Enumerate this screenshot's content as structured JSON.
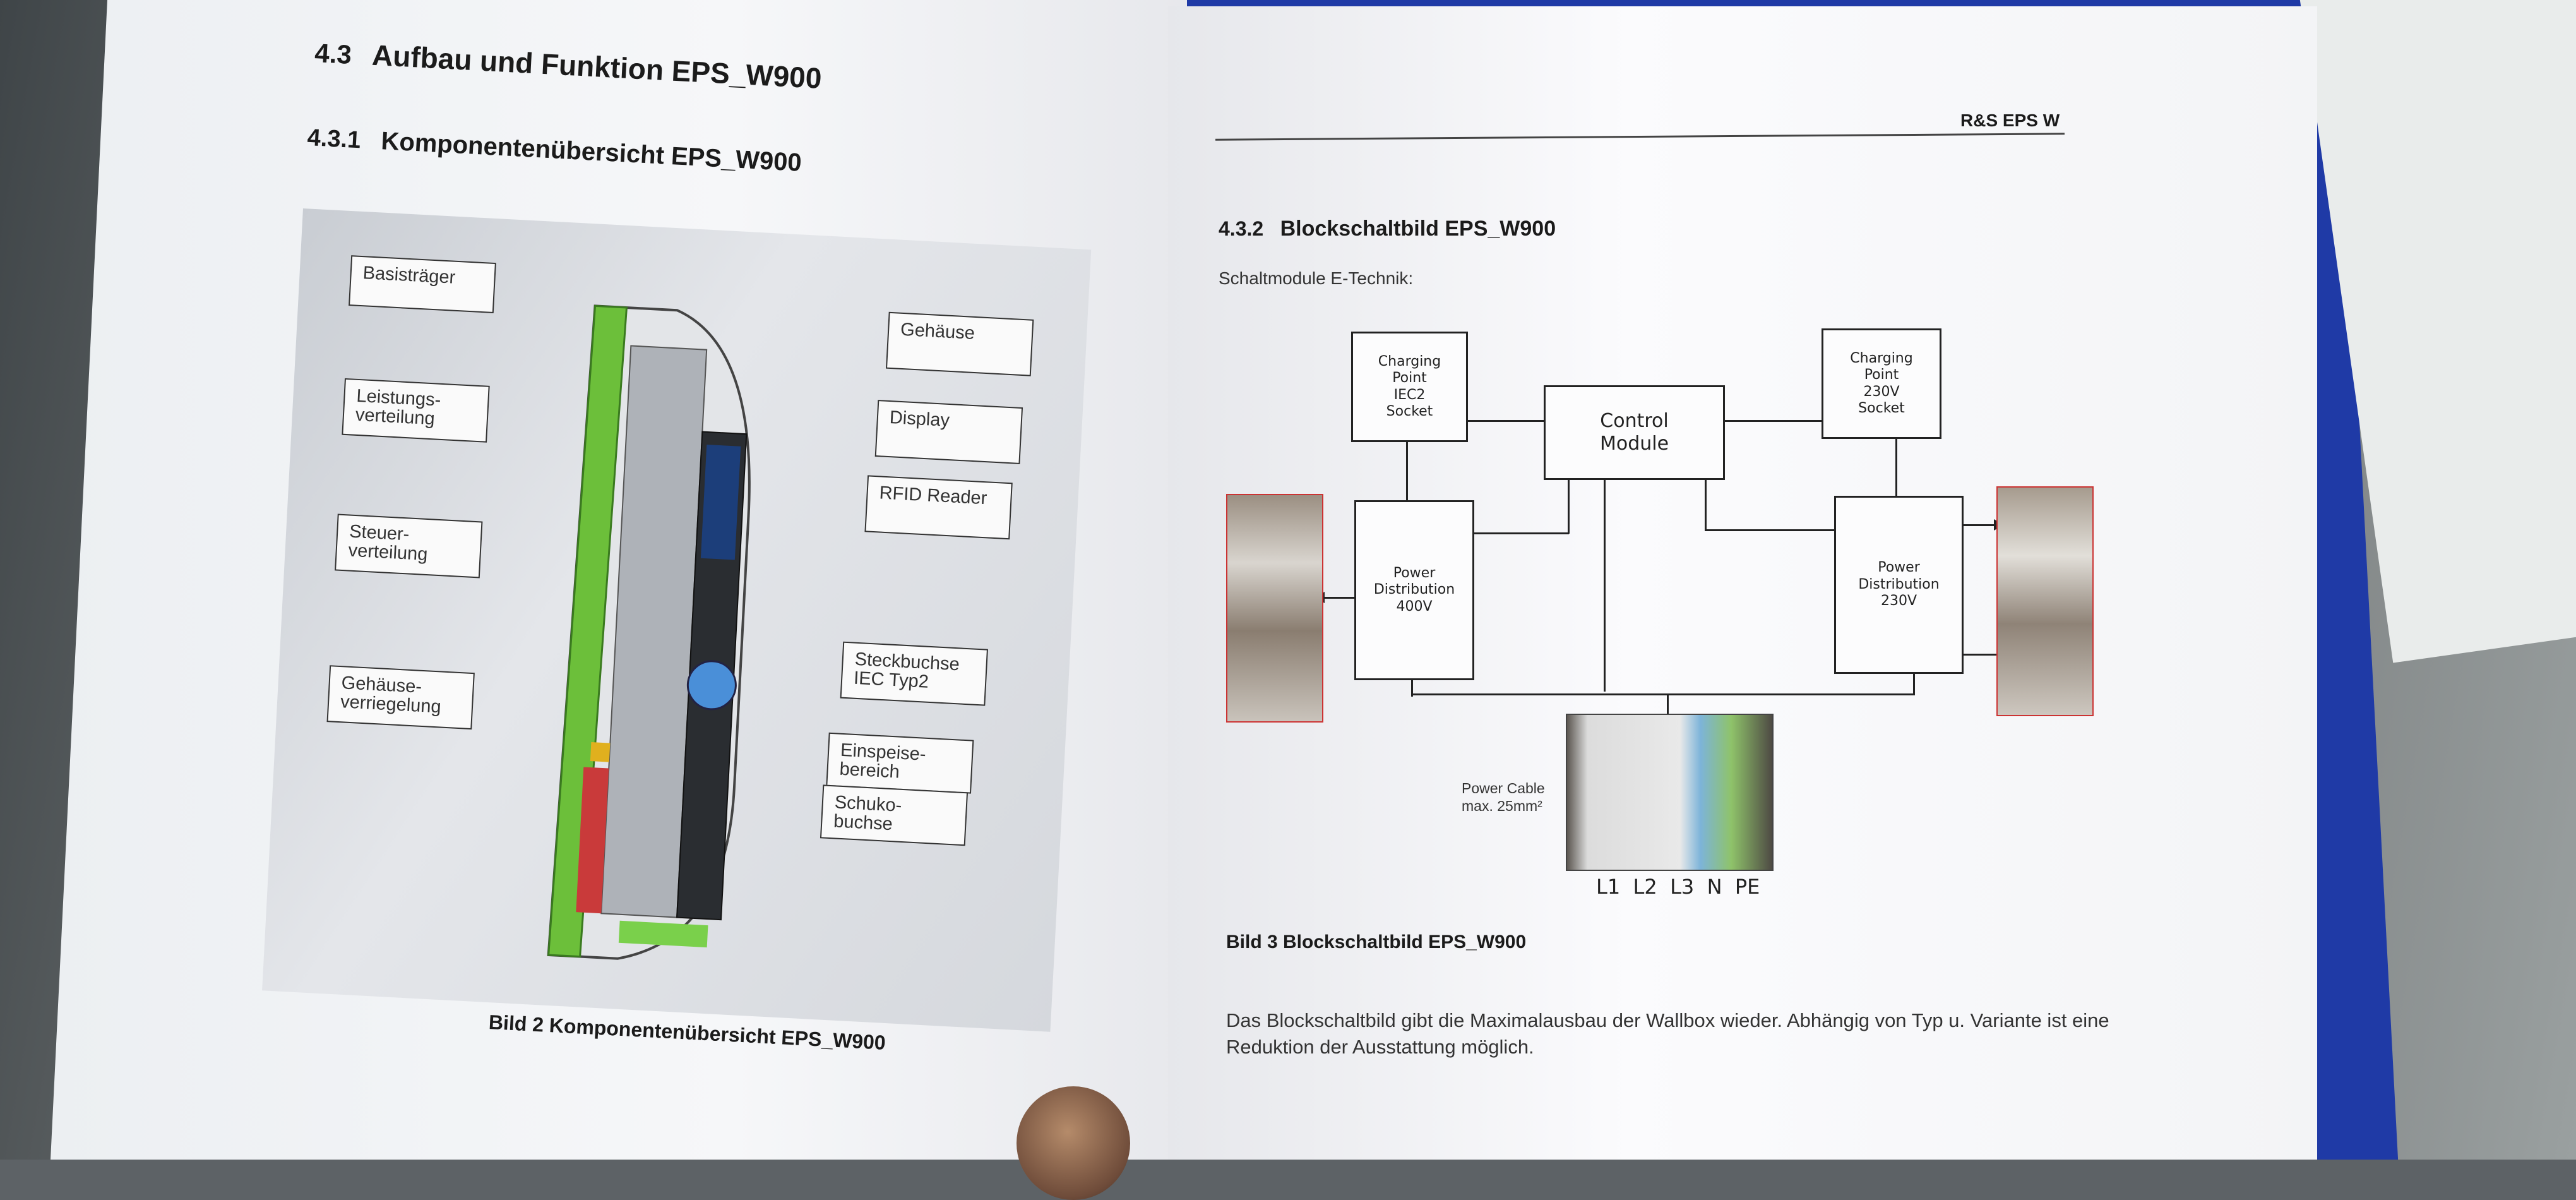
{
  "left_page": {
    "section_number": "4.3",
    "section_title": "Aufbau und Funktion EPS_W900",
    "subsection_number": "4.3.1",
    "subsection_title": "Komponentenübersicht EPS_W900",
    "labels_left": [
      "Basisträger",
      "Leistungs-\nverteilung",
      "Steuer-\nverteilung",
      "Gehäuse-\nverriegelung"
    ],
    "labels_right": [
      "Gehäuse",
      "Display",
      "RFID Reader",
      "Steckbuchse\nIEC Typ2",
      "Einspeise-\nbereich",
      "Schuko-\nbuchse"
    ],
    "caption": "Bild 2 Komponentenübersicht EPS_W900"
  },
  "right_page": {
    "header": "R&S EPS W",
    "subsection_number": "4.3.2",
    "subsection_title": "Blockschaltbild EPS_W900",
    "intro": "Schaltmodule E-Technik:",
    "blocks": {
      "charging_iec2": "Charging\nPoint\nIEC2\nSocket",
      "control": "Control\nModule",
      "charging_230": "Charging\nPoint\n230V\nSocket",
      "power_400": "Power\nDistribution\n400V",
      "power_230": "Power\nDistribution\n230V"
    },
    "power_cable": "Power Cable\nmax. 25mm²",
    "terminals": "L1  L2  L3  N  PE",
    "caption": "Bild 3 Blockschaltbild  EPS_W900",
    "description_line1": "Das Blockschaltbild gibt die Maximalausbau der Wallbox wieder. Abhängig von Typ u. Variante ist eine",
    "description_line2": "Reduktion der Ausstattung möglich."
  }
}
